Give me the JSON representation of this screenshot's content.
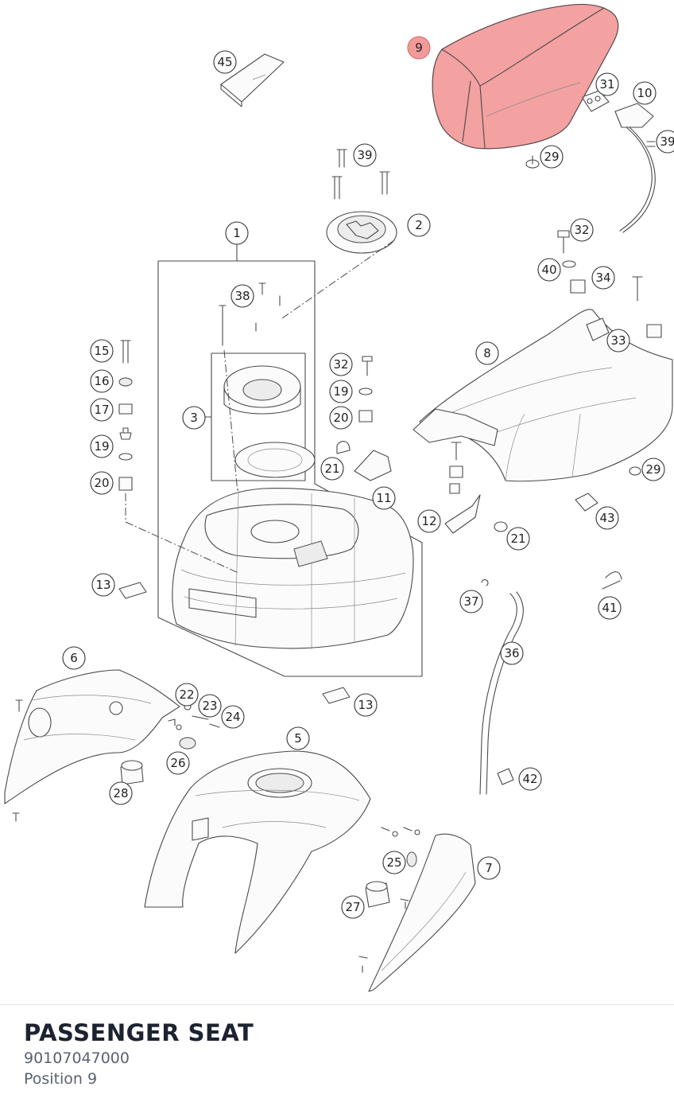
{
  "diagram": {
    "callouts": [
      "45",
      "9",
      "31",
      "10",
      "39",
      "29",
      "32",
      "2",
      "1",
      "40",
      "34",
      "38",
      "33",
      "8",
      "15",
      "32",
      "16",
      "19",
      "17",
      "20",
      "3",
      "19",
      "21",
      "20",
      "11",
      "12",
      "21",
      "43",
      "29",
      "13",
      "37",
      "41",
      "36",
      "6",
      "22",
      "23",
      "24",
      "13",
      "5",
      "26",
      "28",
      "42",
      "25",
      "7",
      "27",
      "39"
    ],
    "active_callout": "9",
    "highlight_color": "#f08c8c"
  },
  "part": {
    "name": "PASSENGER SEAT",
    "number": "90107047000",
    "position": "Position 9"
  }
}
